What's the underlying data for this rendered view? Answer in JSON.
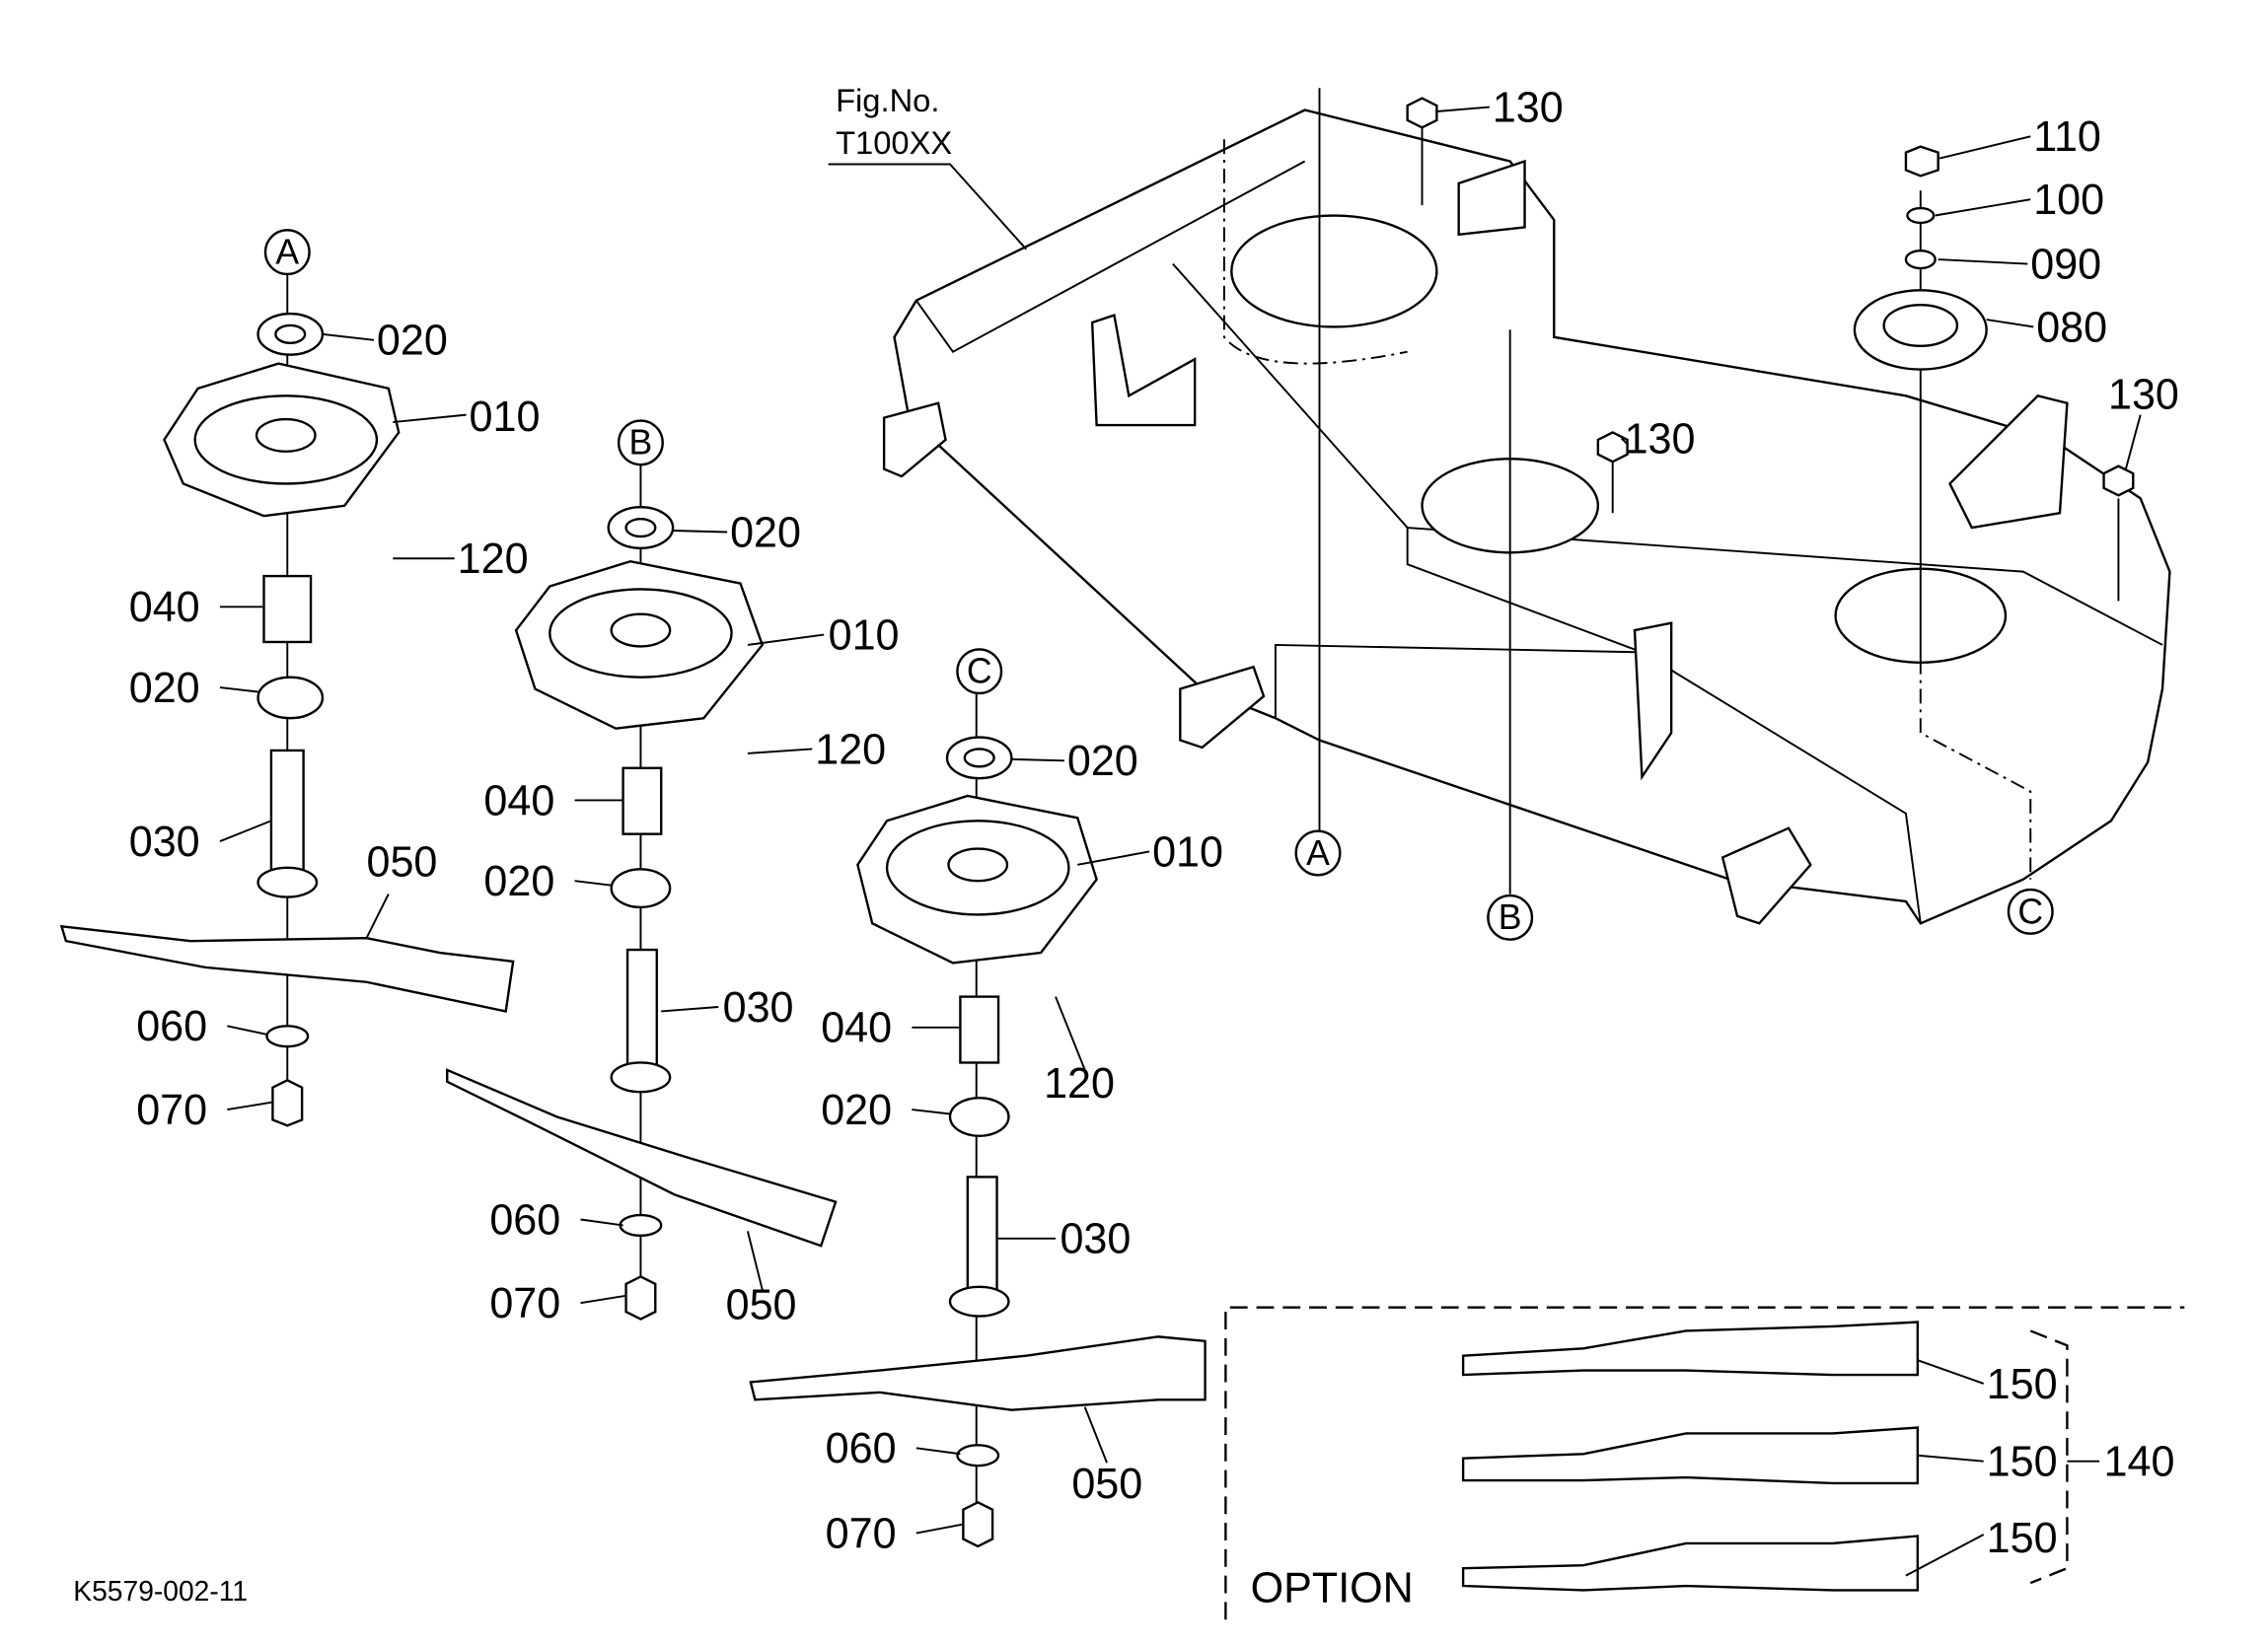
{
  "figure": {
    "fig_no_label": "Fig.No.",
    "fig_no": "T100XX",
    "drawing_code": "K5579-002-11",
    "option_label": "OPTION"
  },
  "reference_marks": [
    "A",
    "B",
    "C",
    "A",
    "B",
    "C"
  ],
  "group_a": [
    "020",
    "010",
    "120",
    "040",
    "020",
    "030",
    "050",
    "060",
    "070"
  ],
  "group_b": [
    "020",
    "010",
    "120",
    "040",
    "020",
    "030",
    "060",
    "070",
    "050"
  ],
  "group_c": [
    "020",
    "010",
    "040",
    "120",
    "020",
    "030",
    "060",
    "050",
    "070"
  ],
  "deck": [
    "130",
    "110",
    "100",
    "090",
    "080",
    "130",
    "130"
  ],
  "option": [
    "150",
    "150",
    "150",
    "140"
  ]
}
